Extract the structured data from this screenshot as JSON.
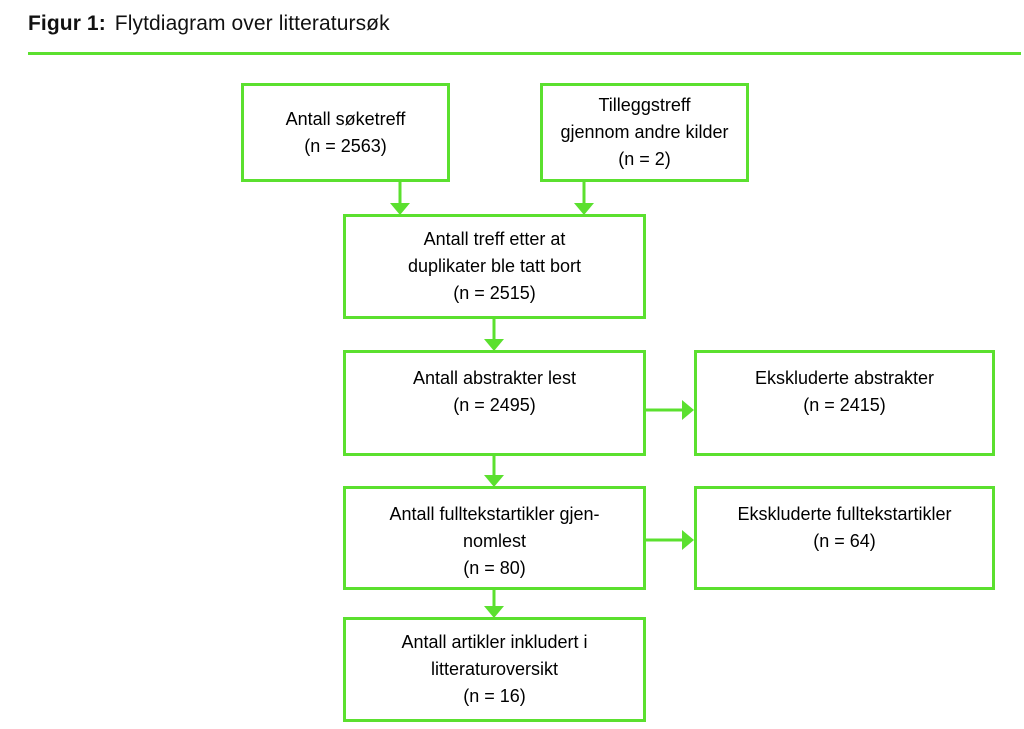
{
  "title": {
    "label": "Figur 1:",
    "text": "Flytdiagram over litteratursøk"
  },
  "colors": {
    "accent": "#5BE02F",
    "text": "#000000",
    "background": "#ffffff"
  },
  "flowchart": {
    "boxes": {
      "search_hits": {
        "lines": [
          "Antall søketreff",
          "(n = 2563)"
        ],
        "n": 2563
      },
      "additional_hits": {
        "lines": [
          "Tilleggstreff",
          "gjennom andre kilder",
          "(n = 2)"
        ],
        "n": 2
      },
      "after_duplicates": {
        "lines": [
          "Antall treff etter at",
          "duplikater ble tatt bort",
          "(n = 2515)"
        ],
        "n": 2515
      },
      "abstracts_read": {
        "lines": [
          "Antall abstrakter lest",
          "(n = 2495)"
        ],
        "n": 2495
      },
      "excluded_abstracts": {
        "lines": [
          "Ekskluderte abstrakter",
          "(n = 2415)"
        ],
        "n": 2415
      },
      "fulltext_read": {
        "lines": [
          "Antall fulltekstartikler gjen-",
          "nomlest",
          "(n = 80)"
        ],
        "n": 80
      },
      "excluded_fulltext": {
        "lines": [
          "Ekskluderte fulltekstartikler",
          "(n = 64)"
        ],
        "n": 64
      },
      "included": {
        "lines": [
          "Antall artikler inkludert i",
          "litteraturoversikt",
          "(n = 16)"
        ],
        "n": 16
      }
    }
  }
}
